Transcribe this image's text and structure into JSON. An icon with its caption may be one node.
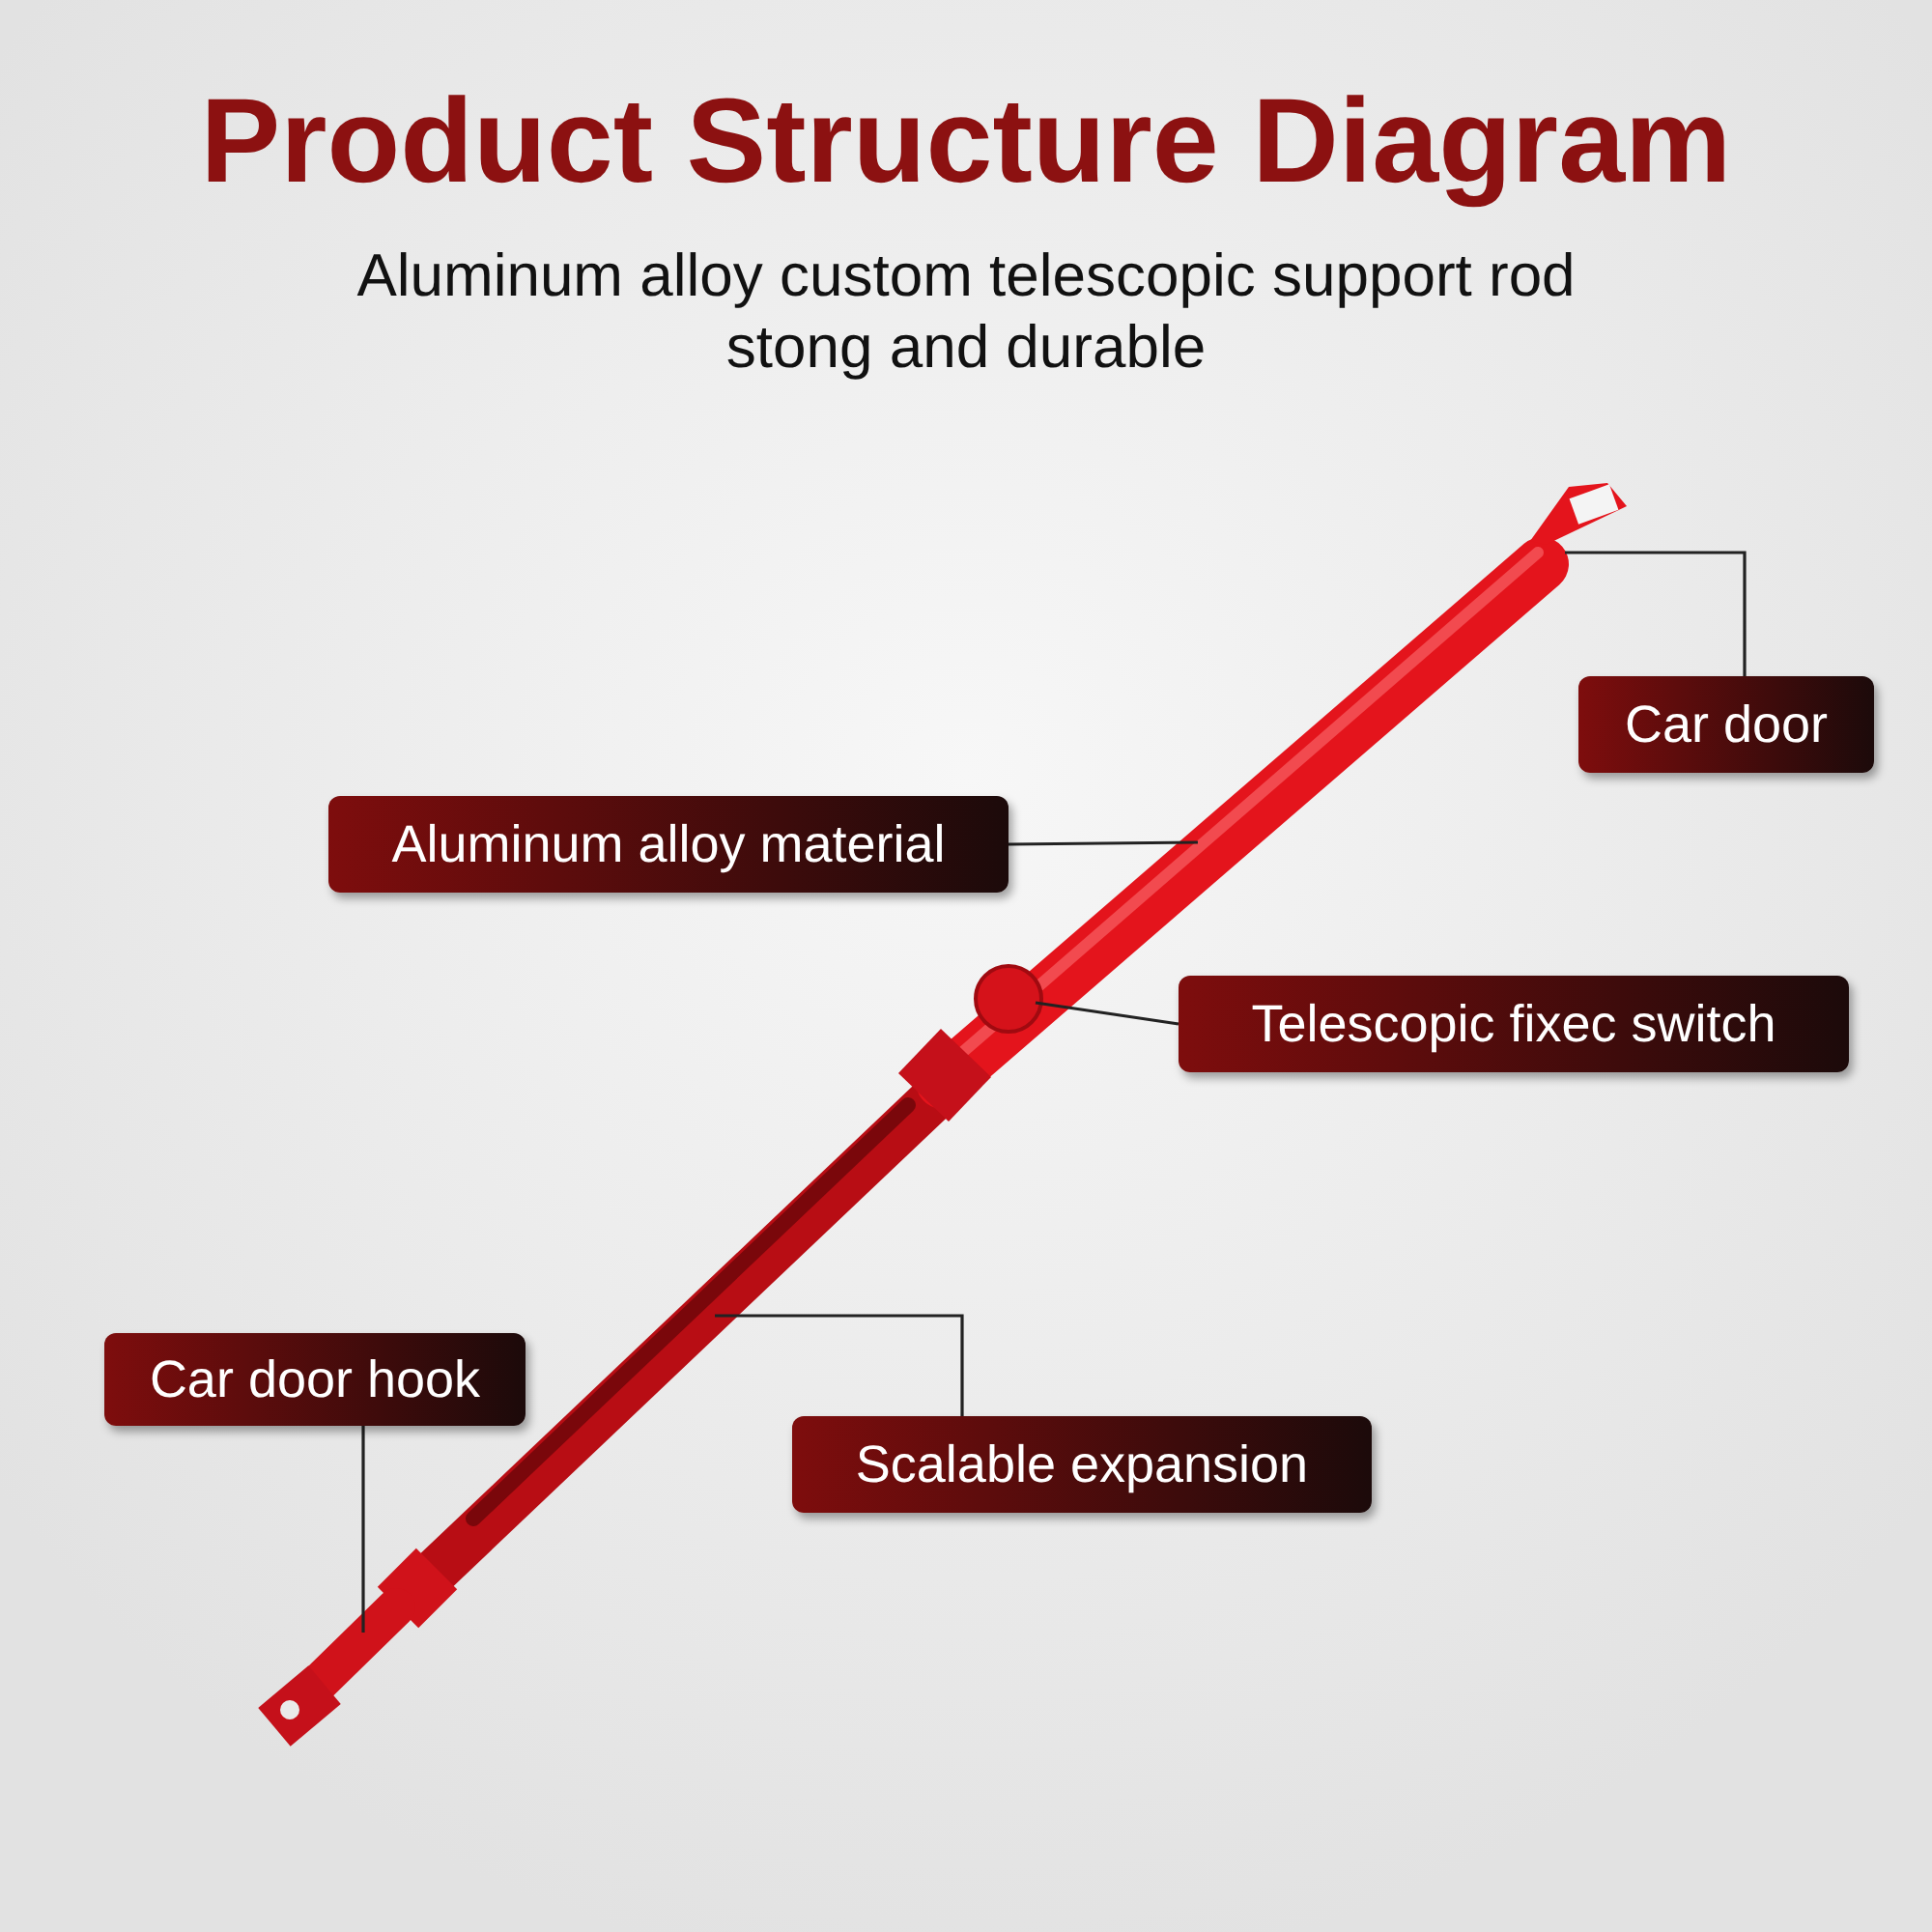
{
  "diagram": {
    "title": "Product Structure Diagram",
    "nodes": [
      {
        "text": [
          "Car door"
        ]
      },
      {
        "text": [
          "Aluminum alloy material"
        ]
      },
      {
        "text": [
          "Telescopic fixec switch"
        ]
      },
      {
        "text": [
          "Car door hook"
        ]
      },
      {
        "text": [
          "Scalable expansion"
        ]
      }
    ],
    "edges": [
      {
        "from": 0,
        "to": null,
        "arrow": "none"
      },
      {
        "from": 1,
        "to": null,
        "arrow": "none"
      },
      {
        "from": 2,
        "to": null,
        "arrow": "none"
      },
      {
        "from": 3,
        "to": null,
        "arrow": "none"
      },
      {
        "from": 4,
        "to": null,
        "arrow": "none"
      }
    ],
    "labels": [
      "Aluminum alloy custom telescopic support rod",
      "stong and durable"
    ]
  }
}
